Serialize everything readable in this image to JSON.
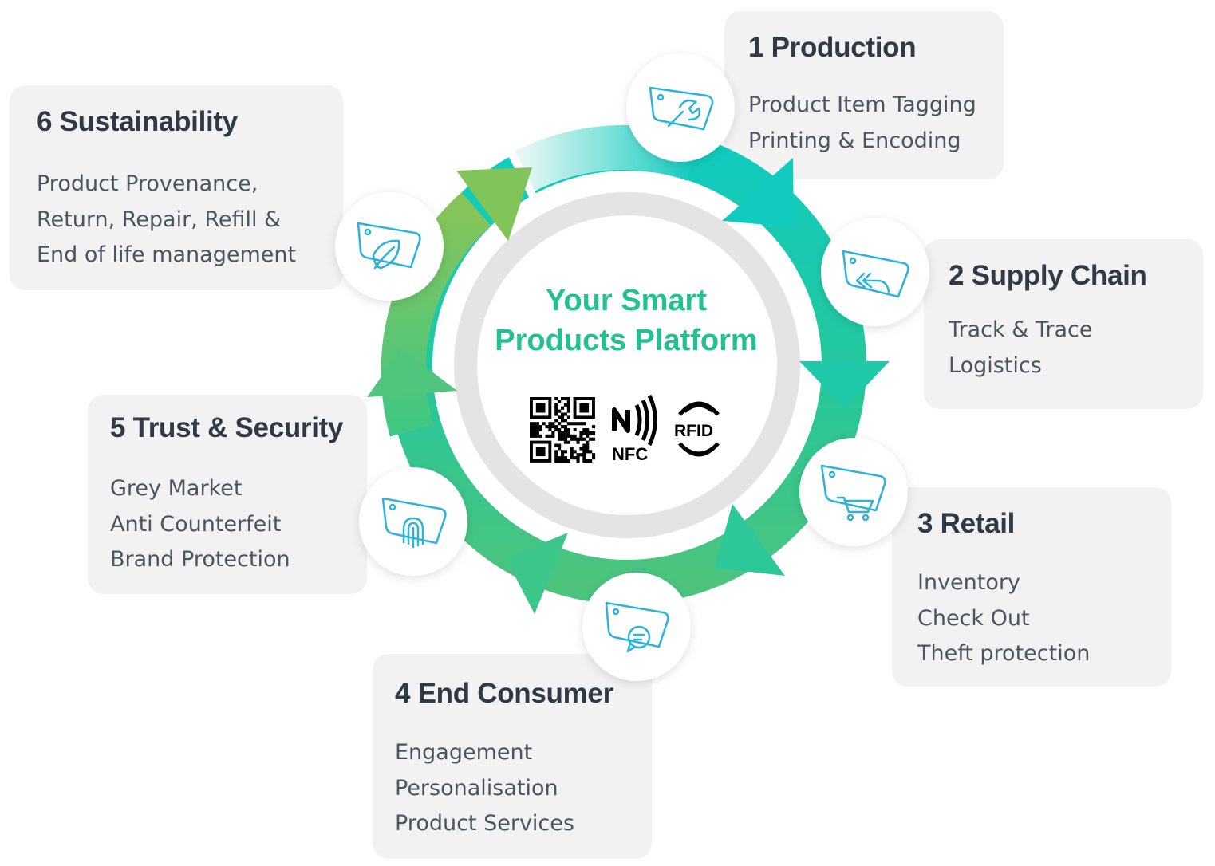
{
  "center": {
    "title_line1": "Your Smart",
    "title_line2": "Products Platform",
    "tech_labels": {
      "nfc": "NFC",
      "rfid": "RFID"
    }
  },
  "stages": [
    {
      "title": "1 Production",
      "lines": [
        "Product Item Tagging",
        "Printing & Encoding"
      ],
      "icon": "tag-wrench-icon"
    },
    {
      "title": "2 Supply Chain",
      "lines": [
        "Track & Trace",
        "Logistics"
      ],
      "icon": "tag-arrows-icon"
    },
    {
      "title": "3 Retail",
      "lines": [
        "Inventory",
        "Check Out",
        "Theft protection"
      ],
      "icon": "tag-cart-icon"
    },
    {
      "title": "4 End Consumer",
      "lines": [
        "Engagement",
        "Personalisation",
        "Product Services"
      ],
      "icon": "tag-chat-icon"
    },
    {
      "title": "5 Trust & Security",
      "lines": [
        "Grey Market",
        "Anti Counterfeit",
        "Brand Protection"
      ],
      "icon": "tag-fingerprint-icon"
    },
    {
      "title": "6 Sustainability",
      "lines": [
        "Product Provenance,",
        "Return, Repair, Refill &",
        "End of life management"
      ],
      "icon": "tag-leaf-icon"
    }
  ],
  "colors": {
    "title_green": "#22c191",
    "ring_teal": "#10cbbf",
    "ring_green": "#7bc45a",
    "icon_blue": "#2bb3dc",
    "card_bg": "#f2f2f2",
    "heading": "#2f3a46",
    "body_text": "#4b5560"
  }
}
